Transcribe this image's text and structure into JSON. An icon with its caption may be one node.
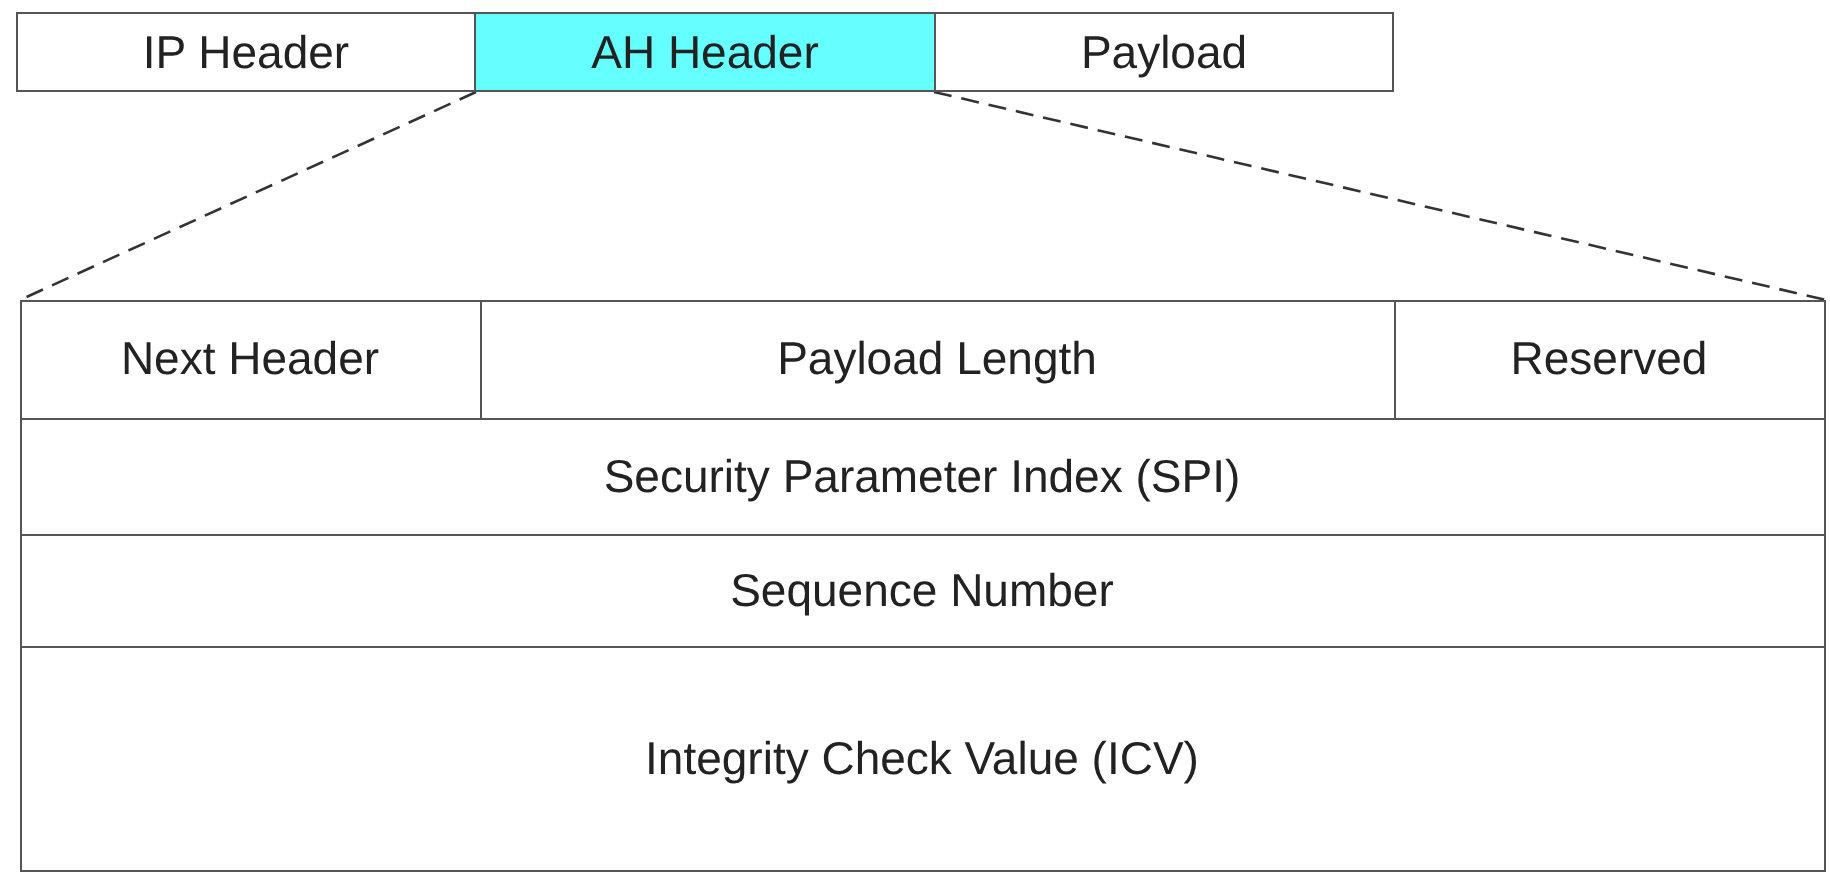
{
  "diagram": {
    "nodes": [
      {
        "text": [
          "IP Header"
        ]
      },
      {
        "text": [
          "AH Header"
        ]
      },
      {
        "text": [
          "Payload"
        ]
      },
      {
        "text": [],
        "shape": "box"
      },
      {
        "text": [
          "Next Header"
        ],
        "in": 3
      },
      {
        "text": [
          "Payload Length"
        ],
        "in": 3
      },
      {
        "text": [
          "Reserved"
        ],
        "in": 3
      },
      {
        "text": [
          "Security Parameter Index (SPI)"
        ],
        "in": 3
      },
      {
        "text": [
          "Sequence Number"
        ],
        "in": 3
      },
      {
        "text": [
          "Integrity Check Value (ICV)"
        ],
        "in": 3
      }
    ],
    "edges": [
      {
        "from": 1,
        "to": 3,
        "arrow": "none",
        "style": "dashed"
      },
      {
        "from": 1,
        "to": 3,
        "arrow": "none",
        "style": "dashed"
      }
    ]
  }
}
